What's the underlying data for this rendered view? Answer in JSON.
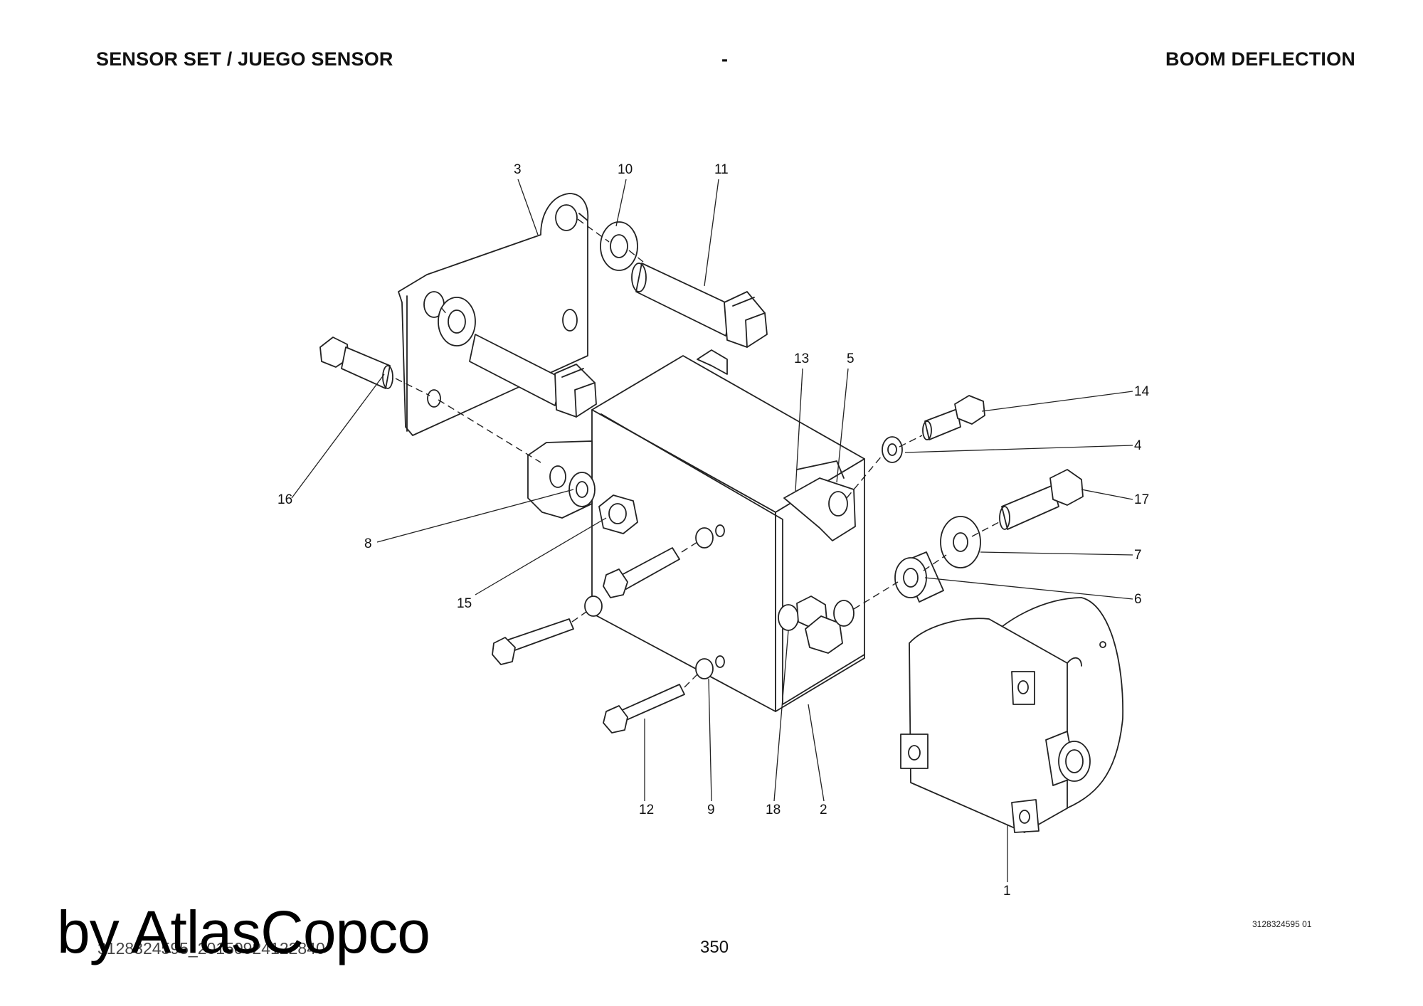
{
  "header": {
    "left": "SENSOR SET / JUEGO SENSOR",
    "middle": "-",
    "right": "BOOM DEFLECTION"
  },
  "callouts": {
    "c1": "1",
    "c2": "2",
    "c3": "3",
    "c4": "4",
    "c5": "5",
    "c6": "6",
    "c7": "7",
    "c8": "8",
    "c9": "9",
    "c10": "10",
    "c11": "11",
    "c12": "12",
    "c13": "13",
    "c14": "14",
    "c15": "15",
    "c16": "16",
    "c17": "17",
    "c18": "18"
  },
  "footer": {
    "doc_id": "3128324595 01",
    "page_number": "350",
    "file_ref": "3128324595_20150924122840",
    "watermark": "by AtlasCopco"
  }
}
